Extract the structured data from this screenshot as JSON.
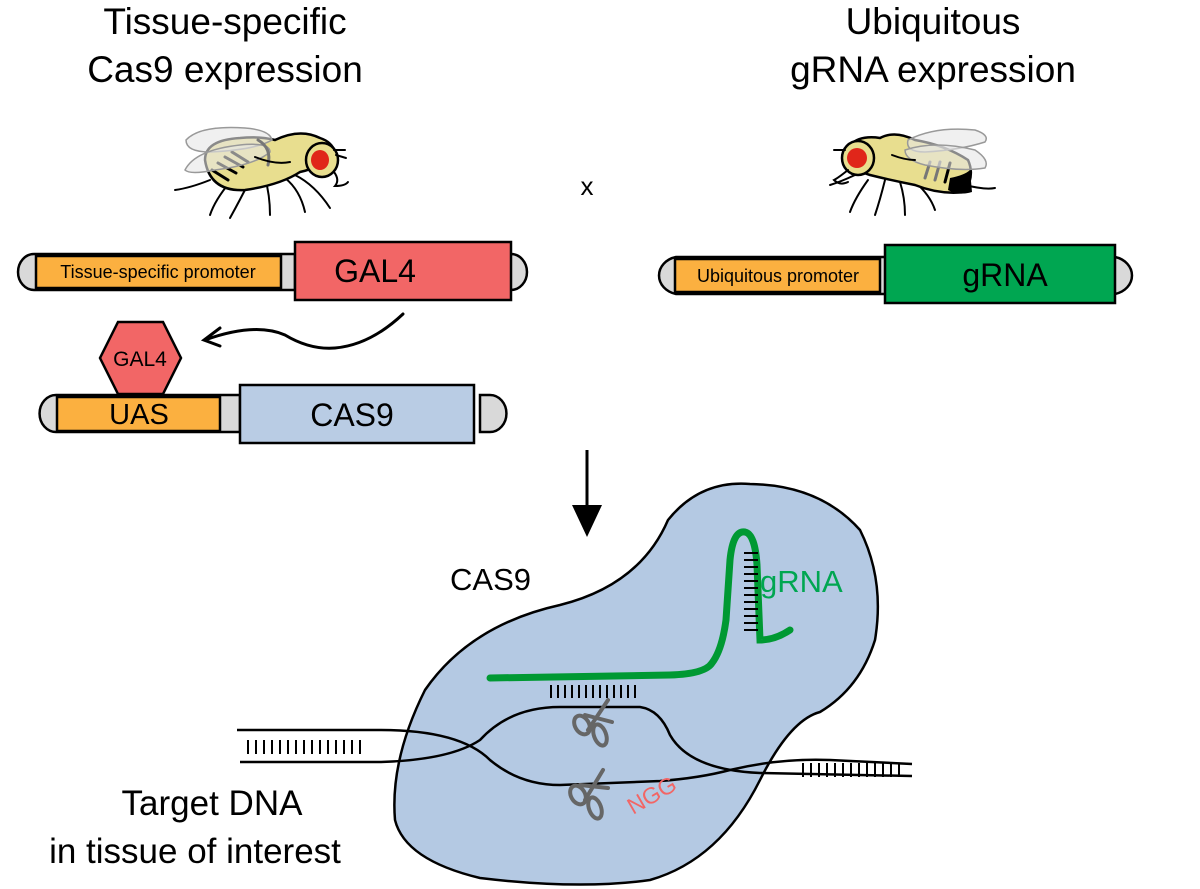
{
  "figure": {
    "left_panel": {
      "title_line1": "Tissue-specific",
      "title_line2": "Cas9 expression",
      "construct1": {
        "promoter": "Tissue-specific promoter",
        "gene": "GAL4"
      },
      "bound_protein": "GAL4",
      "construct2": {
        "promoter": "UAS",
        "gene": "CAS9"
      }
    },
    "cross_symbol": "x",
    "right_panel": {
      "title_line1": "Ubiquitous",
      "title_line2": "gRNA expression",
      "construct": {
        "promoter": "Ubiquitous promoter",
        "gene": "gRNA"
      }
    },
    "complex": {
      "protein_label": "CAS9",
      "rna_label": "gRNA",
      "pam_label": "NGG"
    },
    "target": {
      "line1": "Target DNA",
      "line2": "in tissue of interest"
    },
    "colors": {
      "promoter": "#fbb040",
      "gal4": "#f26666",
      "cas9_box": "#b9cce4",
      "grna_box": "#00a651",
      "grna_strand": "#009933",
      "cas9_blob": "#b4c9e3",
      "cap": "#d9d9d9",
      "ngg": "#f26666",
      "scissors": "#666666",
      "fly_body": "#e8de8f",
      "fly_eye": "#e0261a"
    }
  }
}
